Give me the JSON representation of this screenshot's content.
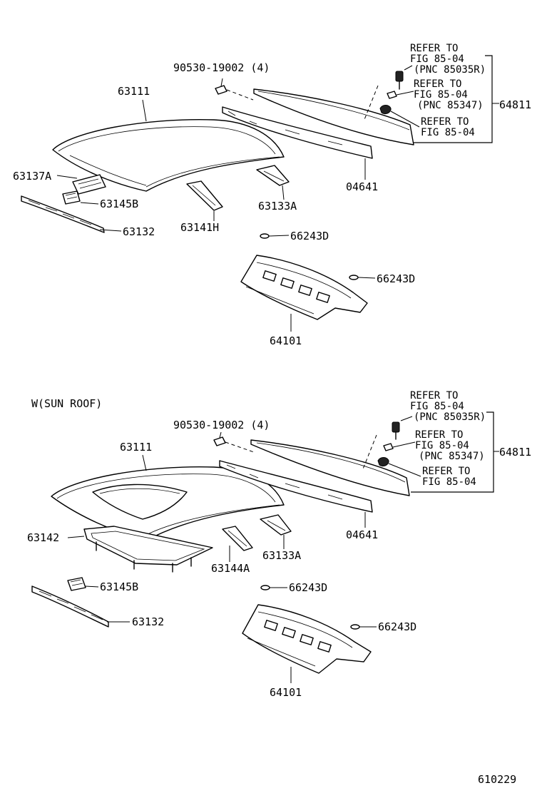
{
  "sections": [
    {
      "title": "",
      "labels": {
        "bolt": "90530-19002 (4)",
        "roof": "63111",
        "ref_a1": "REFER TO",
        "ref_a2": "FIG 85-04",
        "ref_a3": "(PNC 85035R)",
        "ref_b1": "REFER TO",
        "ref_b2": "FIG 85-04",
        "ref_b3": "(PNC 85347)",
        "ref_c1": "REFER TO",
        "ref_c2": "FIG 85-04",
        "group": "64811",
        "panel_a": "63137A",
        "bracket_b": "63145B",
        "header": "63132",
        "bow_h": "63141H",
        "bow_a": "63133A",
        "rear_rail": "04641",
        "plug_1": "66243D",
        "plug_2": "66243D",
        "shelf": "64101"
      }
    },
    {
      "title": "W(SUN ROOF)",
      "labels": {
        "bolt": "90530-19002 (4)",
        "roof": "63111",
        "ref_a1": "REFER TO",
        "ref_a2": "FIG 85-04",
        "ref_a3": "(PNC 85035R)",
        "ref_b1": "REFER TO",
        "ref_b2": "FIG 85-04",
        "ref_b3": "(PNC 85347)",
        "ref_c1": "REFER TO",
        "ref_c2": "FIG 85-04",
        "group": "64811",
        "frame": "63142",
        "bracket_b": "63145B",
        "header": "63132",
        "bow_a": "63144A",
        "bow_b": "63133A",
        "rear_rail": "04641",
        "plug_1": "66243D",
        "plug_2": "66243D",
        "shelf": "64101"
      }
    }
  ],
  "figure_code": "610229"
}
